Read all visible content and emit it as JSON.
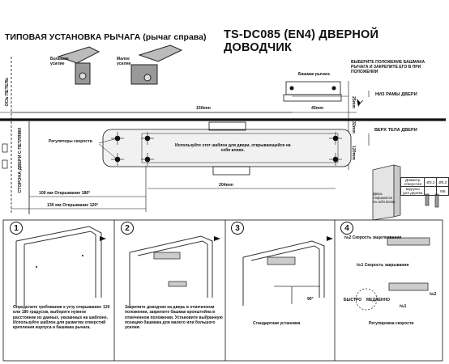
{
  "header": {
    "title_left": "ТИПОВАЯ УСТАНОВКА РЫЧАГА (рычаг справа)",
    "title_right": "TS-DC085 (EN4) ДВЕРНОЙ ДОВОДЧИК"
  },
  "top_icons": {
    "large_force": "Большое\nусилие",
    "small_force": "Малое\nусилие"
  },
  "notes": {
    "choose_shoe": "ВЫБЕРИТЕ ПОЛОЖЕНИЕ БАШМАКА\nРЫЧАГА И ЗАКРЕПИТЕ ЕГО В ПРИ\nПОЛОЖЕНИИ",
    "lever_shoe": "Башмак рычага",
    "frame_bottom": "НИЗ РАМЫ ДВЕРИ",
    "door_top": "ВЕРХ ТЕЛА ДВЕРИ",
    "speed_regulators": "Регуляторы скорости",
    "template_text": "Используйте этот шаблон для двери, открывающейся на\nсебя влево.",
    "door_opens": "Дверь\nоткрывается\nна себя влево",
    "hinge_side": "СТОРОНА ДВЕРИ С ПЕТЛЯМИ",
    "loop_axis": "ОСЬ ПЕТЕЛЬ"
  },
  "dimensions": {
    "d150": "150mm",
    "d45": "45mm",
    "d25": "25mm",
    "d32": "32mm",
    "d120": "120mm",
    "d204": "204mm",
    "open100": "100 мм  Открывание 180°",
    "open130": "130 мм  Открывание 120°"
  },
  "spec_table": {
    "row1": [
      "Диаметр\nотверстия",
      "Ø3.2",
      "Ø5.2"
    ],
    "row2": [
      "Шурупы\nдля дерева",
      "",
      "M5"
    ]
  },
  "panels": [
    {
      "num": "1",
      "caption": "Определите требования к углу открывания: 120\nили 180 градусов, выберите нужное\nрасстояние из данных, указанных на шаблоне.\nИспользуйте шаблон для разметки отверстий\nкрепления корпуса и башмака рычага."
    },
    {
      "num": "2",
      "caption": "Закрепите доводчик на дверь в отмеченном\nположении, закрепите башмак кронштейна в\nотмеченном положении. Установите выбранную\nпозицию башмака для малого или большого\nусилия."
    },
    {
      "num": "3",
      "caption": "Стандартная установка",
      "angle": "90°"
    },
    {
      "num": "4",
      "caption": "Регулировка скорости",
      "speed2": "№2 Скорость защелкивания",
      "speed1": "№1 Скорость закрывания",
      "fast": "БЫСТРО",
      "slow": "МЕДЛЕННО",
      "n1": "№1",
      "n2": "№2"
    }
  ]
}
